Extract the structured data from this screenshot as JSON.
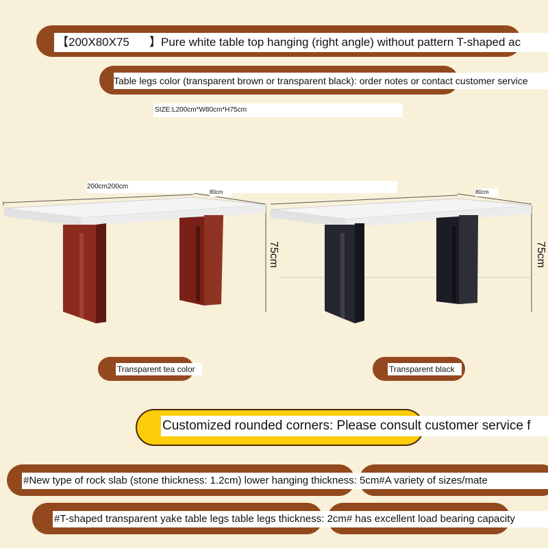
{
  "banner": {
    "size_code": "【200X80X75",
    "description": "】Pure white table top hanging (right angle) without pattern   T-shaped ac"
  },
  "legs_note": "Table legs color (transparent brown or transparent black): order notes or contact customer service",
  "size_line": "SIZE:L200cm*W80cm*H75cm",
  "dimensions": {
    "length": "200cm200cm",
    "width_left": "80cm",
    "width_right": "80cm",
    "height_left": "75cm",
    "height_right": "75cm"
  },
  "options": [
    {
      "label": "Transparent tea color",
      "leg_color": "#8a2b1e"
    },
    {
      "label": "Transparent black",
      "leg_color": "#262630"
    }
  ],
  "rounded_corners": "Customized rounded corners: Please consult customer service f",
  "features": [
    "#New type of rock slab (stone thickness: 1.2cm) lower hanging thickness: 5cm#A variety of sizes/mate",
    "#T-shaped transparent yake table legs table legs thickness: 2cm# has excellent load bearing capacity"
  ],
  "colors": {
    "background": "#f8f0d8",
    "pill": "#93491e",
    "highlight": "#fbcd0a",
    "table_top": "#f2f2f2"
  }
}
